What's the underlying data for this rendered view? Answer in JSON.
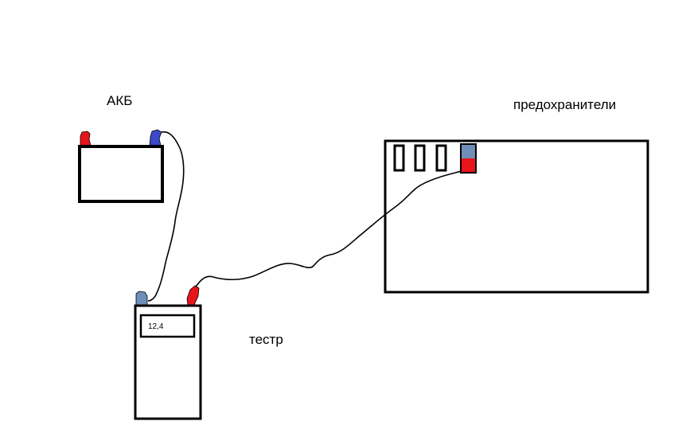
{
  "labels": {
    "battery": "АКБ",
    "fuse_box": "предохранители",
    "tester": "тестр",
    "tester_reading": "12,4"
  },
  "colors": {
    "stroke": "#000000",
    "background": "#ffffff",
    "terminal_red": "#e8141c",
    "terminal_blue": "#3b48c8",
    "probe_gray_blue": "#6f8fb8",
    "probe_red": "#e8141c",
    "fuse_blue": "#6f8fb8",
    "fuse_red": "#e8141c"
  },
  "components": {
    "battery": {
      "terminals": [
        "red",
        "blue"
      ]
    },
    "tester": {
      "probes": [
        "gray-blue",
        "red"
      ]
    },
    "fuse_box": {
      "fuse_count": 4,
      "highlighted_fuse": 4
    }
  },
  "connections": [
    {
      "from": "battery-blue-terminal",
      "to": "tester-gray-probe"
    },
    {
      "from": "tester-red-probe",
      "to": "fuse-4"
    }
  ]
}
